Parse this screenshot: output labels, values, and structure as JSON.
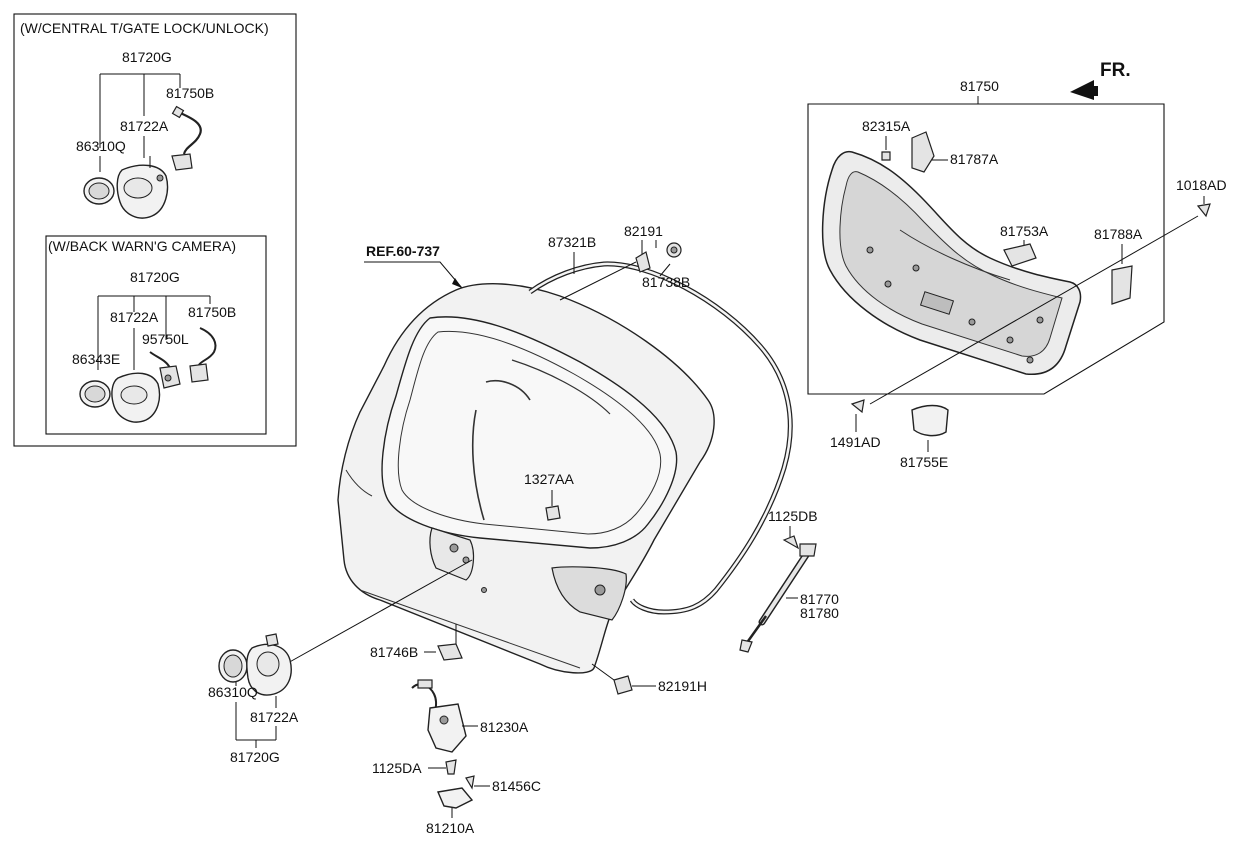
{
  "inset_top": {
    "title": "(W/CENTRAL T/GATE LOCK/UNLOCK)"
  },
  "inset_camera": {
    "title": "(W/BACK WARN'G CAMERA)"
  },
  "orientation": {
    "text": "FR."
  },
  "reference": {
    "text": "REF.60-737"
  },
  "parts": {
    "p81720G_a": "81720G",
    "p81750B_a": "81750B",
    "p81722A_a": "81722A",
    "p86310Q_a": "86310Q",
    "p81720G_b": "81720G",
    "p81722A_b": "81722A",
    "p81750B_b": "81750B",
    "p95750L": "95750L",
    "p86343E": "86343E",
    "p87321B": "87321B",
    "p82191": "82191",
    "p81738B": "81738B",
    "p81750": "81750",
    "p82315A": "82315A",
    "p81787A": "81787A",
    "p81753A": "81753A",
    "p81788A": "81788A",
    "p1018AD": "1018AD",
    "p1491AD": "1491AD",
    "p81755E": "81755E",
    "p1327AA": "1327AA",
    "p1125DB": "1125DB",
    "p81770": "81770",
    "p81780": "81780",
    "p81746B": "81746B",
    "p82191H": "82191H",
    "p81230A": "81230A",
    "p1125DA": "1125DA",
    "p81456C": "81456C",
    "p81210A": "81210A",
    "p86310Q_c": "86310Q",
    "p81722A_c": "81722A",
    "p81720G_c": "81720G"
  }
}
